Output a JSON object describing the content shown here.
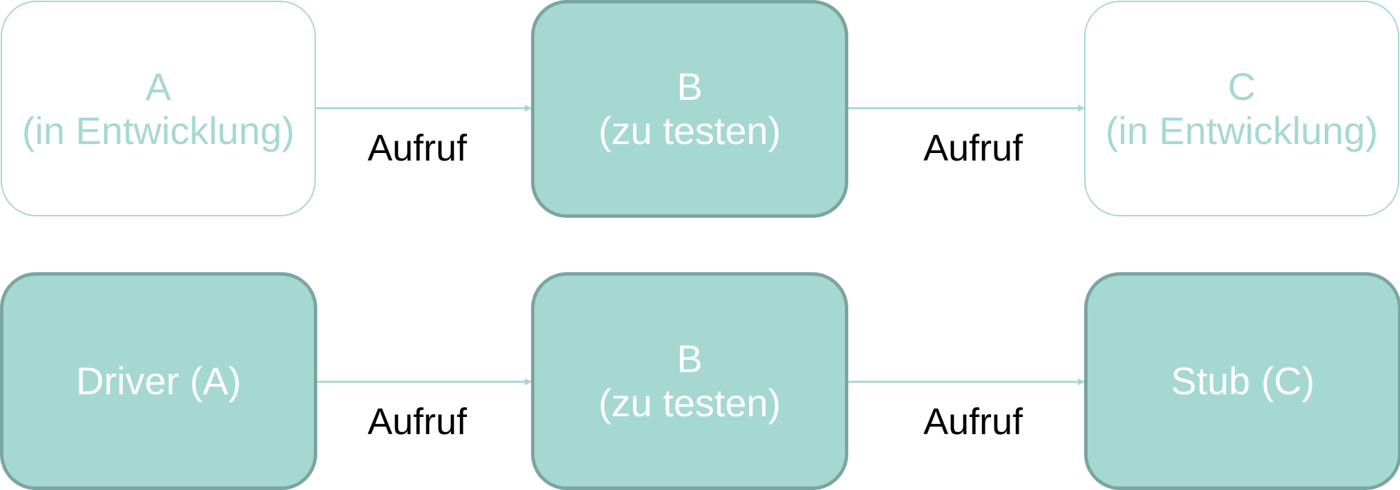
{
  "colors": {
    "accent_fill": "#a6d8d2",
    "accent_border": "#7aa5a1",
    "text_dark": "#000000",
    "text_light": "#ffffff"
  },
  "row1": {
    "module_a": {
      "line1": "A",
      "line2": "(in Entwicklung)"
    },
    "module_b": {
      "line1": "B",
      "line2": "(zu testen)"
    },
    "module_c": {
      "line1": "C",
      "line2": "(in Entwicklung)"
    },
    "edge_ab_label": "Aufruf",
    "edge_bc_label": "Aufruf"
  },
  "row2": {
    "driver": {
      "label": "Driver (A)"
    },
    "module_b": {
      "line1": "B",
      "line2": "(zu testen)"
    },
    "stub": {
      "label": "Stub (C)"
    },
    "edge_ab_label": "Aufruf",
    "edge_bc_label": "Aufruf"
  }
}
